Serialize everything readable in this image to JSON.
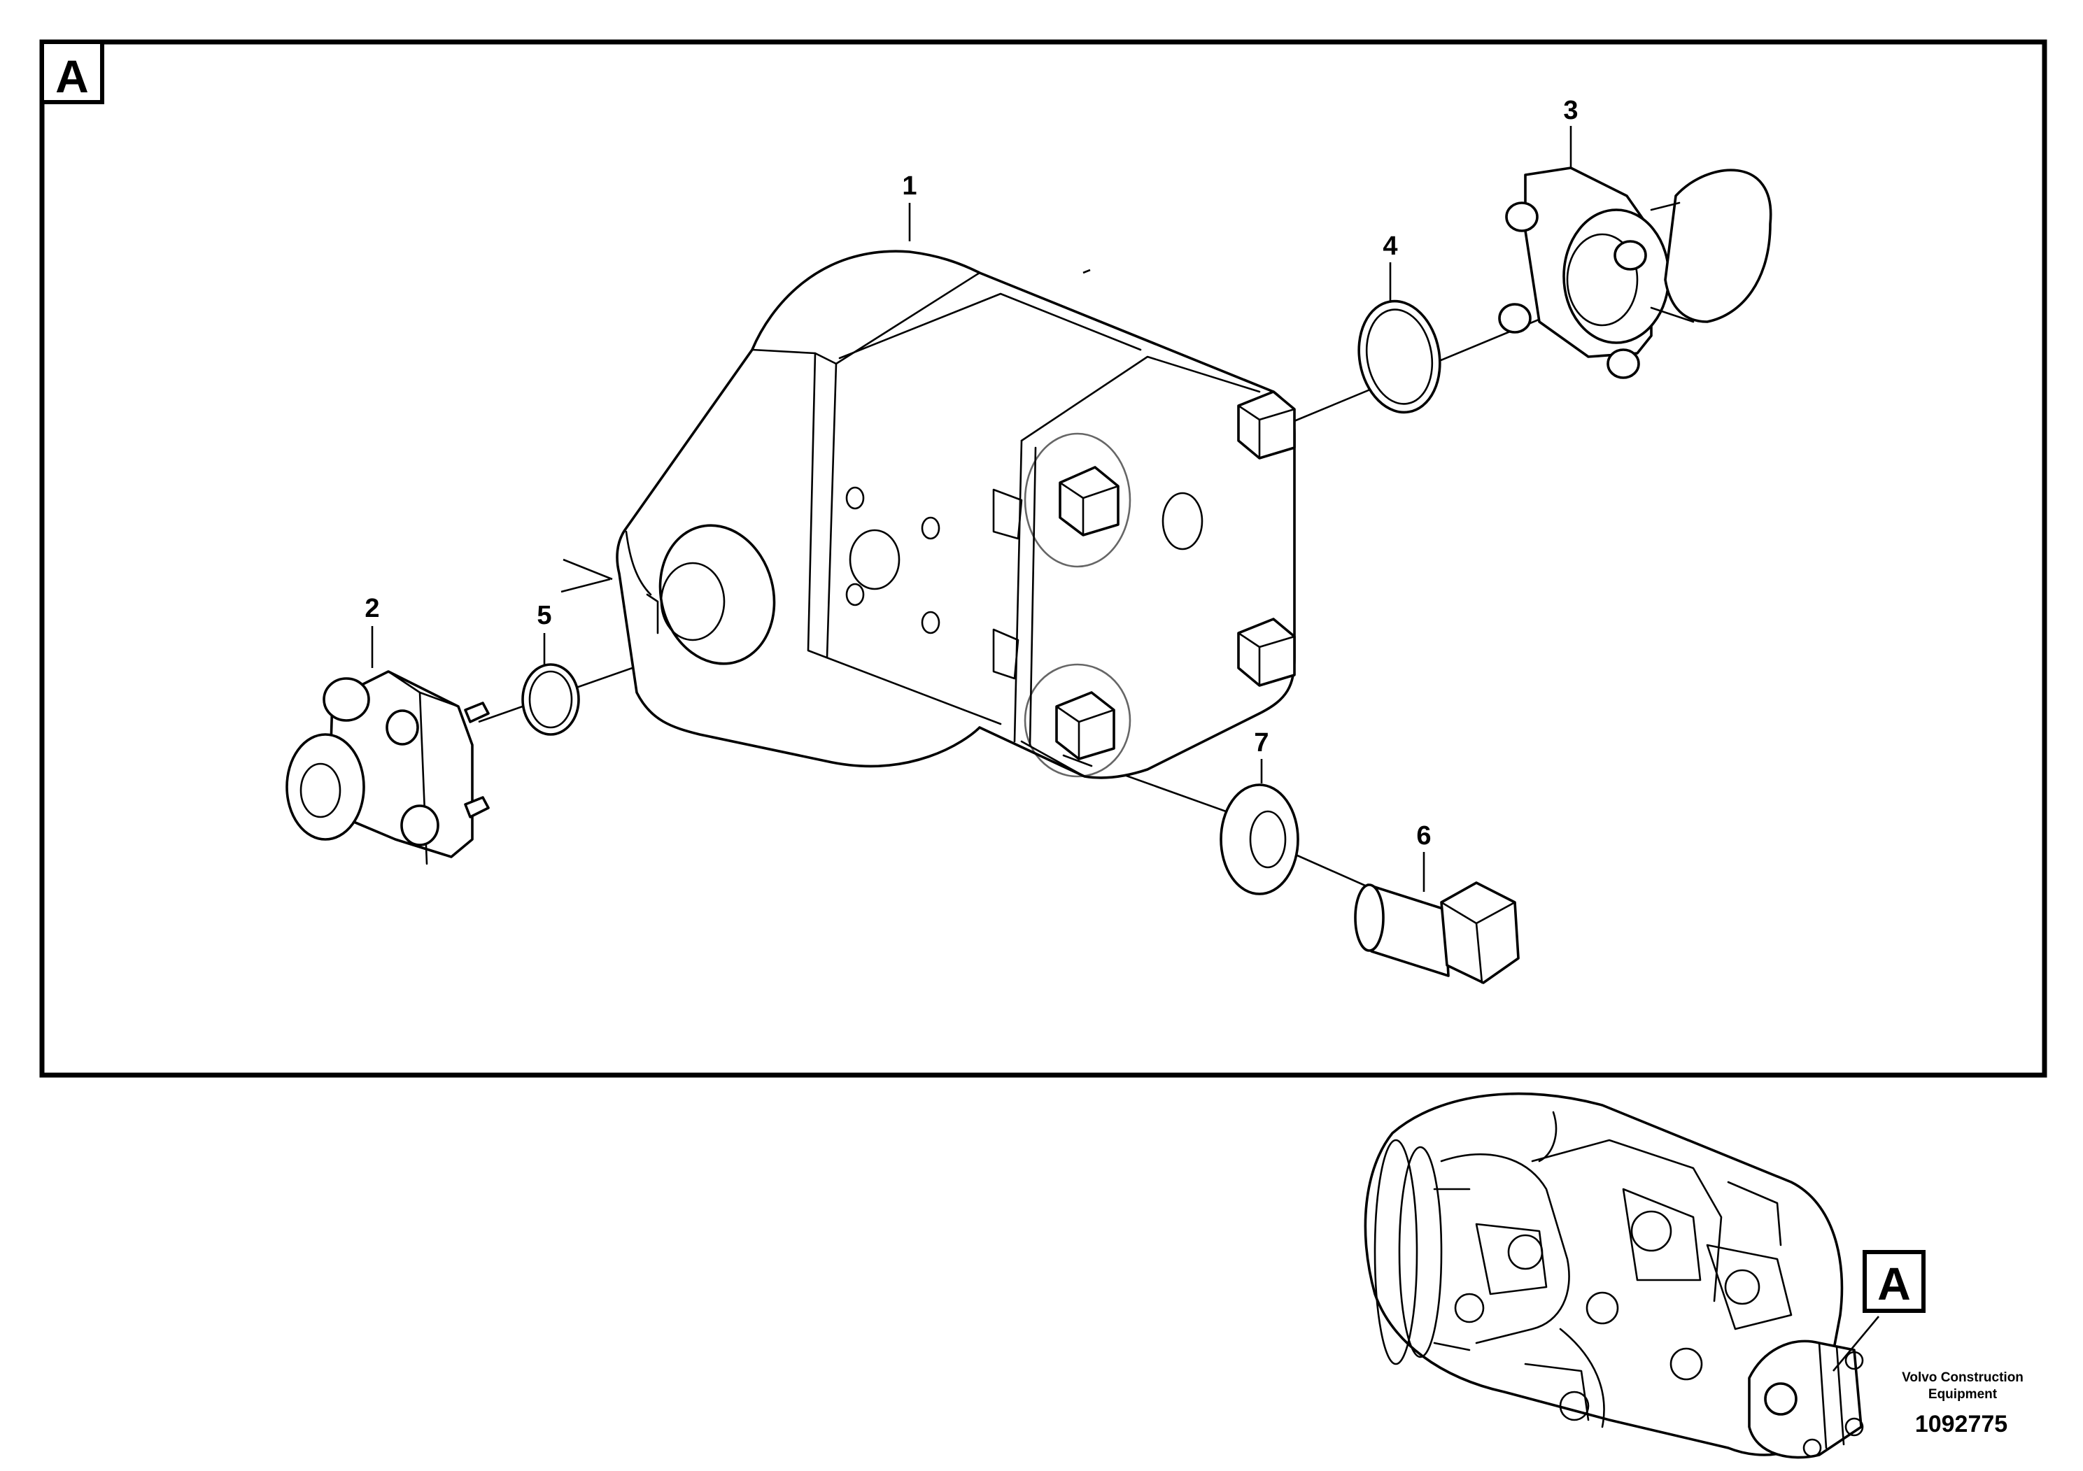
{
  "detail_view_letter": "A",
  "callouts": [
    "1",
    "2",
    "3",
    "4",
    "5",
    "6",
    "7"
  ],
  "overview_marker_letter": "A",
  "brand_line1": "Volvo Construction",
  "brand_line2": "Equipment",
  "drawing_number": "1092775",
  "icons": {
    "pump": "gear-pump-icon",
    "flange_inlet": "flange-icon",
    "flange_outlet": "flange-icon",
    "seal": "o-ring-icon",
    "screw": "hex-bolt-icon",
    "washer": "washer-icon",
    "overview": "hydraulic-pump-assembly-icon"
  }
}
